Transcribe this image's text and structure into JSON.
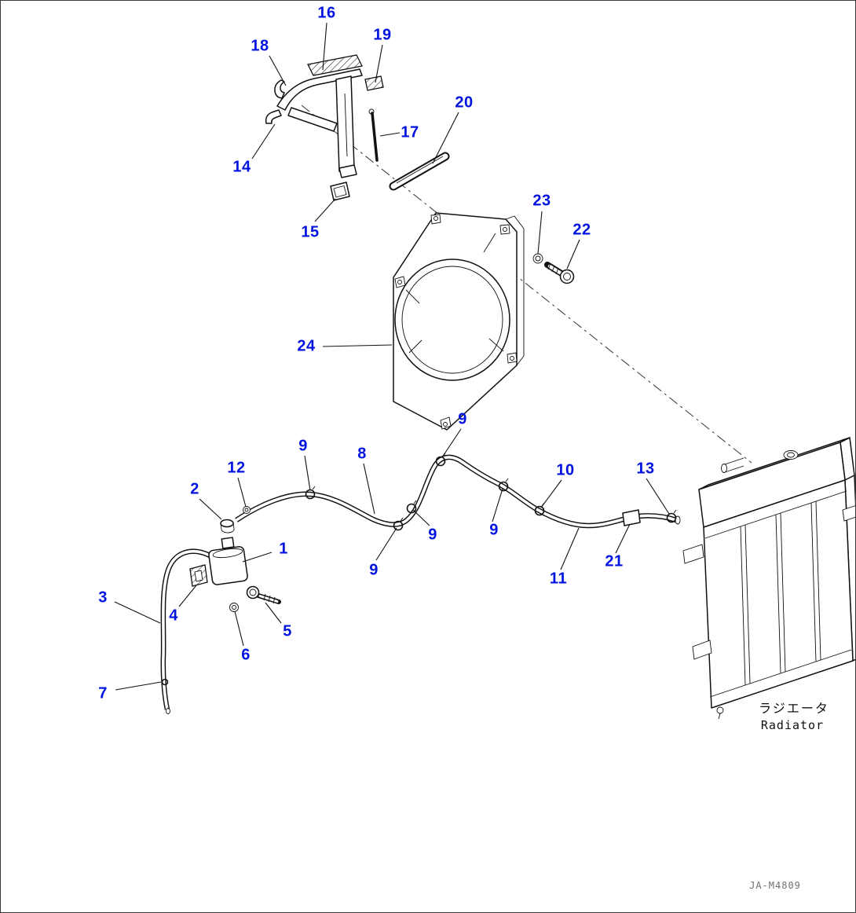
{
  "figure": {
    "drawing_code": "JA-M4809",
    "component_labels": {
      "radiator_jp": "ラジエータ",
      "radiator_en": "Radiator"
    },
    "colors": {
      "callout": "#0013e0",
      "line": "#111111",
      "background": "#ffffff"
    }
  },
  "callouts": [
    {
      "label": "16"
    },
    {
      "label": "18"
    },
    {
      "label": "19"
    },
    {
      "label": "20"
    },
    {
      "label": "17"
    },
    {
      "label": "14"
    },
    {
      "label": "15"
    },
    {
      "label": "23"
    },
    {
      "label": "22"
    },
    {
      "label": "24"
    },
    {
      "label": "9"
    },
    {
      "label": "8"
    },
    {
      "label": "9"
    },
    {
      "label": "12"
    },
    {
      "label": "2"
    },
    {
      "label": "10"
    },
    {
      "label": "13"
    },
    {
      "label": "9"
    },
    {
      "label": "9"
    },
    {
      "label": "9"
    },
    {
      "label": "1"
    },
    {
      "label": "21"
    },
    {
      "label": "11"
    },
    {
      "label": "3"
    },
    {
      "label": "4"
    },
    {
      "label": "5"
    },
    {
      "label": "6"
    },
    {
      "label": "7"
    }
  ]
}
